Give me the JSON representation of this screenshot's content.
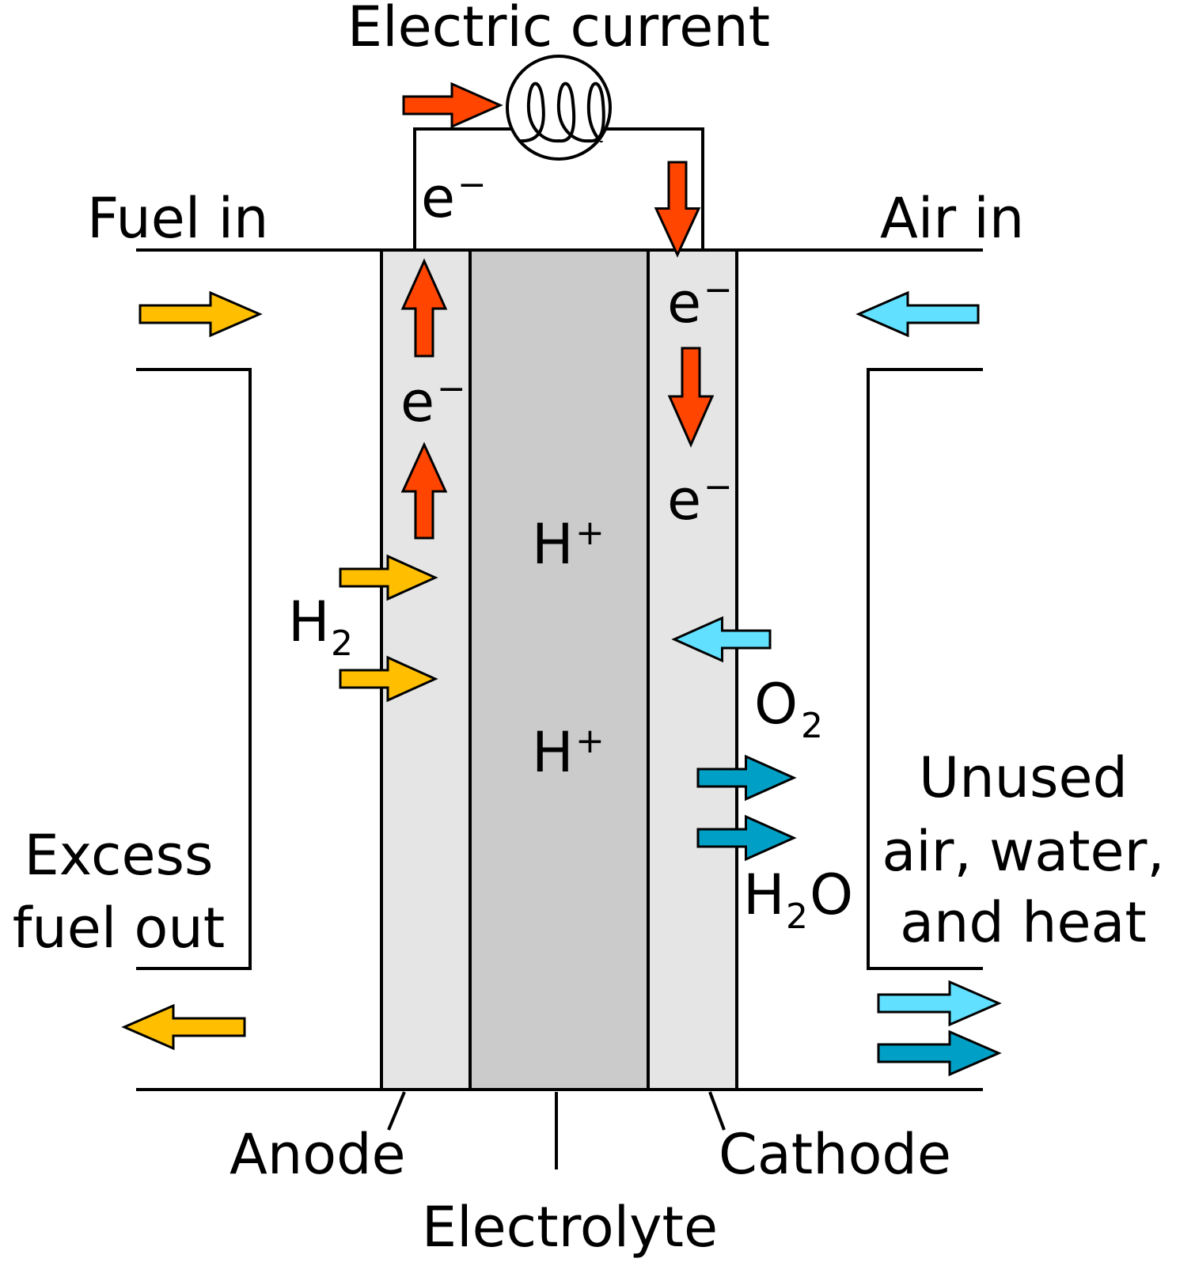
{
  "title": "Electric current",
  "labels": {
    "fuel_in": "Fuel in",
    "air_in": "Air in",
    "excess_fuel_line1": "Excess",
    "excess_fuel_line2": "fuel out",
    "unused_line1": "Unused",
    "unused_line2": "air, water,",
    "unused_line3": "and heat",
    "anode": "Anode",
    "electrolyte": "Electrolyte",
    "cathode": "Cathode"
  },
  "species": {
    "electron": "e",
    "electron_charge": "−",
    "proton": "H",
    "proton_charge": "+",
    "hydrogen": "H",
    "hydrogen_sub": "2",
    "oxygen": "O",
    "oxygen_sub": "2",
    "water_h": "H",
    "water_sub": "2",
    "water_o": "O"
  },
  "colors": {
    "electron_flow": "#ff4500",
    "fuel": "#ffbf00",
    "air": "#62e0ff",
    "water": "#00a0c6",
    "electrode": "#e5e5e5",
    "electrolyte": "#cbcbcb"
  }
}
